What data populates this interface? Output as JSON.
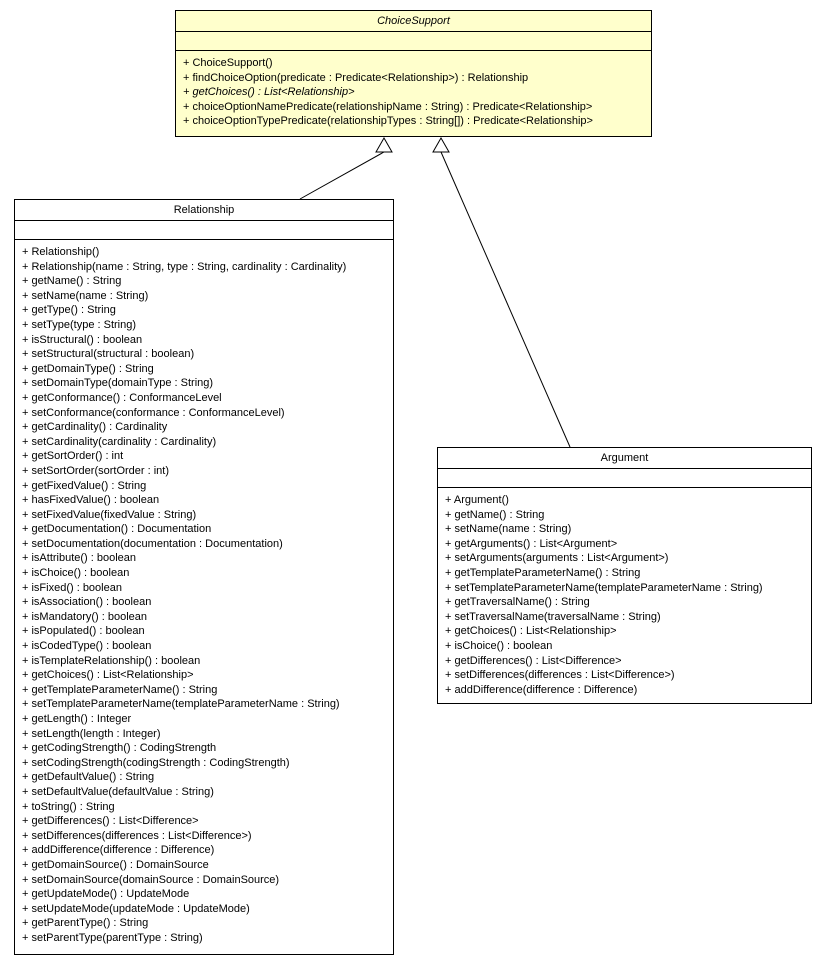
{
  "diagram": {
    "type": "uml-class-diagram",
    "colors": {
      "abstract_bg": "#FFFFCC",
      "class_bg": "#FFFFFF",
      "line": "#000000"
    },
    "relations": [
      {
        "type": "generalization",
        "from": "Relationship",
        "to": "ChoiceSupport"
      },
      {
        "type": "generalization",
        "from": "Argument",
        "to": "ChoiceSupport"
      }
    ],
    "classes": {
      "choiceSupport": {
        "name": "ChoiceSupport",
        "abstract": true,
        "methods": [
          {
            "text": "+ ChoiceSupport()"
          },
          {
            "text": "+ findChoiceOption(predicate : Predicate<Relationship>) : Relationship"
          },
          {
            "text": "+ getChoices() : List<Relationship>",
            "italic": true
          },
          {
            "text": "+ choiceOptionNamePredicate(relationshipName : String) : Predicate<Relationship>"
          },
          {
            "text": "+ choiceOptionTypePredicate(relationshipTypes : String[]) : Predicate<Relationship>"
          }
        ]
      },
      "relationship": {
        "name": "Relationship",
        "abstract": false,
        "methods": [
          {
            "text": "+ Relationship()"
          },
          {
            "text": "+ Relationship(name : String, type : String, cardinality : Cardinality)"
          },
          {
            "text": "+ getName() : String"
          },
          {
            "text": "+ setName(name : String)"
          },
          {
            "text": "+ getType() : String"
          },
          {
            "text": "+ setType(type : String)"
          },
          {
            "text": "+ isStructural() : boolean"
          },
          {
            "text": "+ setStructural(structural : boolean)"
          },
          {
            "text": "+ getDomainType() : String"
          },
          {
            "text": "+ setDomainType(domainType : String)"
          },
          {
            "text": "+ getConformance() : ConformanceLevel"
          },
          {
            "text": "+ setConformance(conformance : ConformanceLevel)"
          },
          {
            "text": "+ getCardinality() : Cardinality"
          },
          {
            "text": "+ setCardinality(cardinality : Cardinality)"
          },
          {
            "text": "+ getSortOrder() : int"
          },
          {
            "text": "+ setSortOrder(sortOrder : int)"
          },
          {
            "text": "+ getFixedValue() : String"
          },
          {
            "text": "+ hasFixedValue() : boolean"
          },
          {
            "text": "+ setFixedValue(fixedValue : String)"
          },
          {
            "text": "+ getDocumentation() : Documentation"
          },
          {
            "text": "+ setDocumentation(documentation : Documentation)"
          },
          {
            "text": "+ isAttribute() : boolean"
          },
          {
            "text": "+ isChoice() : boolean"
          },
          {
            "text": "+ isFixed() : boolean"
          },
          {
            "text": "+ isAssociation() : boolean"
          },
          {
            "text": "+ isMandatory() : boolean"
          },
          {
            "text": "+ isPopulated() : boolean"
          },
          {
            "text": "+ isCodedType() : boolean"
          },
          {
            "text": "+ isTemplateRelationship() : boolean"
          },
          {
            "text": "+ getChoices() : List<Relationship>"
          },
          {
            "text": "+ getTemplateParameterName() : String"
          },
          {
            "text": "+ setTemplateParameterName(templateParameterName : String)"
          },
          {
            "text": "+ getLength() : Integer"
          },
          {
            "text": "+ setLength(length : Integer)"
          },
          {
            "text": "+ getCodingStrength() : CodingStrength"
          },
          {
            "text": "+ setCodingStrength(codingStrength : CodingStrength)"
          },
          {
            "text": "+ getDefaultValue() : String"
          },
          {
            "text": "+ setDefaultValue(defaultValue : String)"
          },
          {
            "text": "+ toString() : String"
          },
          {
            "text": "+ getDifferences() : List<Difference>"
          },
          {
            "text": "+ setDifferences(differences : List<Difference>)"
          },
          {
            "text": "+ addDifference(difference : Difference)"
          },
          {
            "text": "+ getDomainSource() : DomainSource"
          },
          {
            "text": "+ setDomainSource(domainSource : DomainSource)"
          },
          {
            "text": "+ getUpdateMode() : UpdateMode"
          },
          {
            "text": "+ setUpdateMode(updateMode : UpdateMode)"
          },
          {
            "text": "+ getParentType() : String"
          },
          {
            "text": "+ setParentType(parentType : String)"
          }
        ]
      },
      "argument": {
        "name": "Argument",
        "abstract": false,
        "methods": [
          {
            "text": "+ Argument()"
          },
          {
            "text": "+ getName() : String"
          },
          {
            "text": "+ setName(name : String)"
          },
          {
            "text": "+ getArguments() : List<Argument>"
          },
          {
            "text": "+ setArguments(arguments : List<Argument>)"
          },
          {
            "text": "+ getTemplateParameterName() : String"
          },
          {
            "text": "+ setTemplateParameterName(templateParameterName : String)"
          },
          {
            "text": "+ getTraversalName() : String"
          },
          {
            "text": "+ setTraversalName(traversalName : String)"
          },
          {
            "text": "+ getChoices() : List<Relationship>"
          },
          {
            "text": "+ isChoice() : boolean"
          },
          {
            "text": "+ getDifferences() : List<Difference>"
          },
          {
            "text": "+ setDifferences(differences : List<Difference>)"
          },
          {
            "text": "+ addDifference(difference : Difference)"
          }
        ]
      }
    }
  }
}
